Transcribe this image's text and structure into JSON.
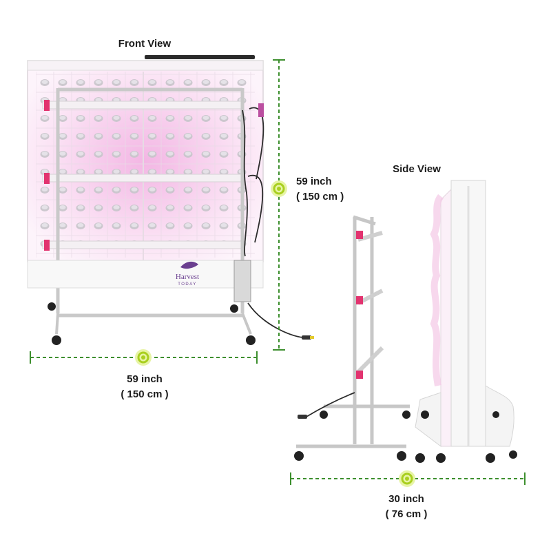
{
  "views": {
    "front": {
      "title": "Front View"
    },
    "side": {
      "title": "Side View"
    }
  },
  "brand": {
    "line1": "Harvest",
    "line2": "TODAY"
  },
  "dimensions": {
    "front_height": {
      "value": "59 inch",
      "metric": "( 150 cm )"
    },
    "front_width": {
      "value": "59 inch",
      "metric": "( 150 cm )"
    },
    "side_depth": {
      "value": "30 inch",
      "metric": "( 76 cm )"
    }
  },
  "colors": {
    "dimension_line": "#3d8f2e",
    "marker_ring": "#d9ee6a",
    "marker_core": "#a9cf1f",
    "grow_light": "#f7c9ea",
    "accent_clip": "#e2336f",
    "brand_purple": "#6a3f8f"
  }
}
